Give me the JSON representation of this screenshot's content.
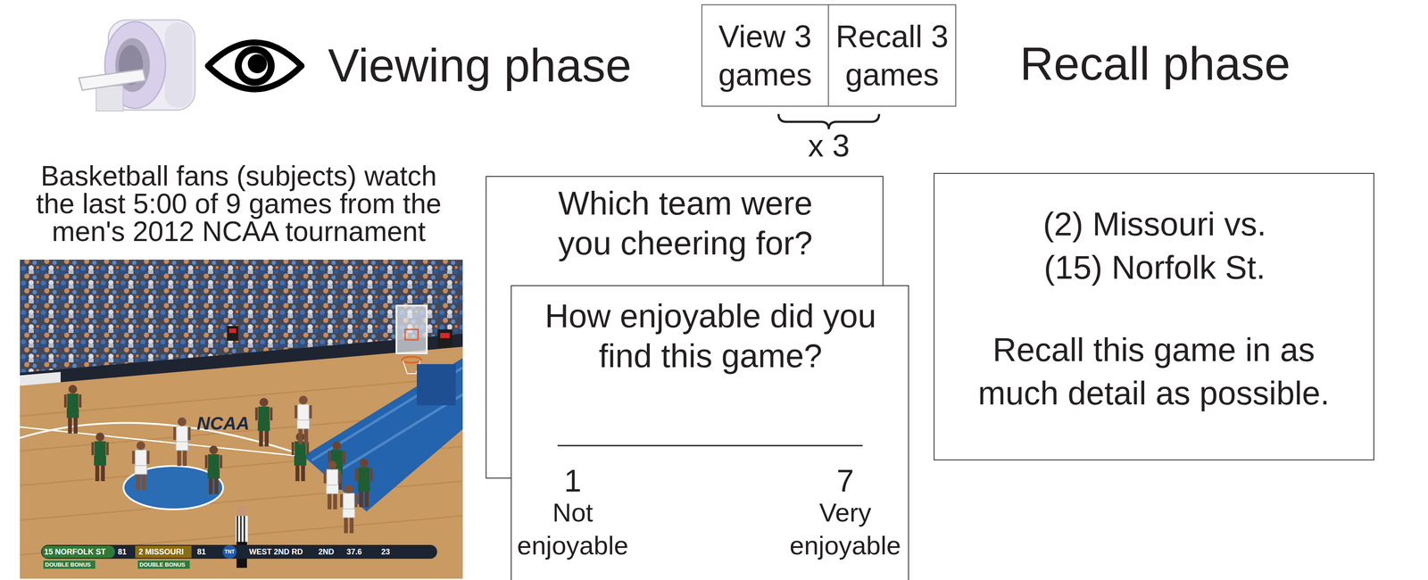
{
  "diagram": {
    "nodes": [
      {
        "text": [
          "View 3 games"
        ]
      },
      {
        "text": [
          "Recall 3 games"
        ]
      },
      {
        "text": [
          "Which team were you cheering for?"
        ]
      },
      {
        "text": [
          "How enjoyable did you find this game?",
          "1",
          "Not enjoyable",
          "7",
          "Very enjoyable"
        ]
      },
      {
        "text": [
          "(2) Missouri vs. (15) Norfolk St.",
          "Recall this game in as much detail as possible."
        ]
      }
    ],
    "labels": [
      "Viewing phase",
      "Recall phase",
      "x 3",
      "Basketball fans (subjects) watch the last 5:00 of 9 games from the men's 2012 NCAA tournament",
      "NCAA",
      "15 NORFOLK ST",
      "81",
      "2 MISSOURI",
      "81",
      "TNT",
      "WEST 2ND RD",
      "2ND",
      "37.6",
      "23",
      "DOUBLE BONUS",
      "DOUBLE BONUS"
    ]
  }
}
